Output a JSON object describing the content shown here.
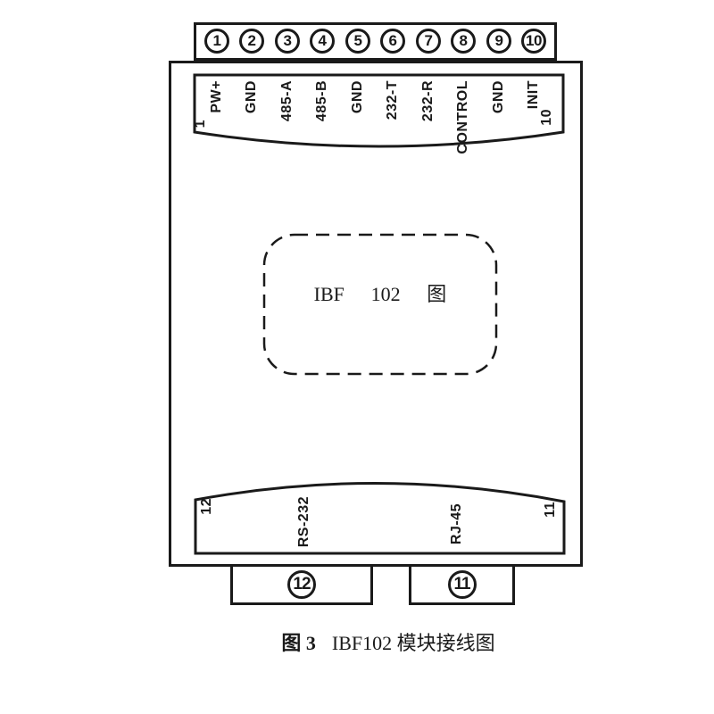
{
  "module": {
    "body_label": "IBF 102 图"
  },
  "terminals": [
    {
      "no": "1",
      "label": "PW+"
    },
    {
      "no": "2",
      "label": "GND"
    },
    {
      "no": "3",
      "label": "485-A"
    },
    {
      "no": "4",
      "label": "485-B"
    },
    {
      "no": "5",
      "label": "GND"
    },
    {
      "no": "6",
      "label": "232-T"
    },
    {
      "no": "7",
      "label": "232-R"
    },
    {
      "no": "8",
      "label": "CONTROL"
    },
    {
      "no": "9",
      "label": "GND"
    },
    {
      "no": "10",
      "label": "INIT"
    }
  ],
  "top_plate": {
    "left_index": "1",
    "right_index": "10"
  },
  "bottom_plate": {
    "left_index": "12",
    "right_index": "11",
    "port_labels": [
      "RS-232",
      "RJ-45"
    ]
  },
  "connectors": [
    {
      "no": "12"
    },
    {
      "no": "11"
    }
  ],
  "caption": {
    "fig_no": "图 3",
    "title": "IBF102 模块接线图"
  },
  "colors": {
    "line": "#1a1a1a",
    "text": "#1a1a1a",
    "background": "#ffffff"
  }
}
